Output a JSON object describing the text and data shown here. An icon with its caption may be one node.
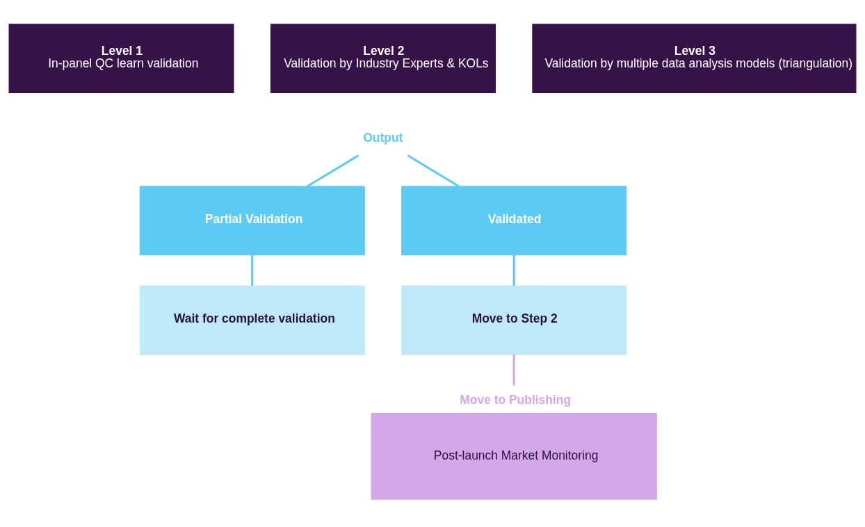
{
  "diagram": {
    "nodes": [
      {
        "text": [
          "Level 1",
          "In-panel QC learn validation"
        ]
      },
      {
        "text": [
          "Level 2",
          "Validation by Industry Experts & KOLs"
        ]
      },
      {
        "text": [
          "Level 3",
          "Validation by multiple data analysis models (triangulation)"
        ]
      },
      {
        "text": [
          "Output"
        ]
      },
      {
        "text": [
          "Partial Validation"
        ]
      },
      {
        "text": [
          "Validated"
        ]
      },
      {
        "text": [
          "Wait for complete validation"
        ]
      },
      {
        "text": [
          "Move to Step 2"
        ]
      },
      {
        "text": [
          "Move to Publishing",
          "Post-launch Market Monitoring"
        ]
      }
    ],
    "edges": [
      {
        "from": 3,
        "to": 4,
        "arrow": "none"
      },
      {
        "from": 3,
        "to": 5,
        "arrow": "none"
      },
      {
        "from": 4,
        "to": 6,
        "arrow": "none"
      },
      {
        "from": 5,
        "to": 7,
        "arrow": "none"
      },
      {
        "from": 7,
        "to": 8,
        "arrow": "none",
        "color": "#d4a7eb"
      }
    ]
  }
}
